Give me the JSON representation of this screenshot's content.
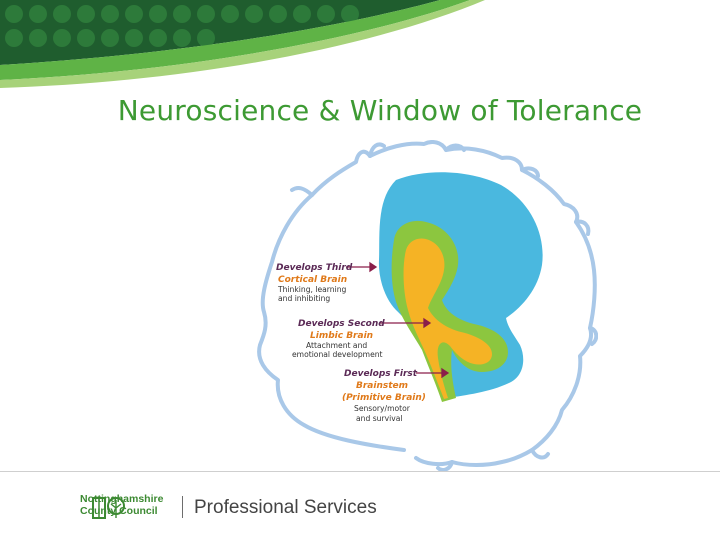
{
  "slide": {
    "title": "Neuroscience & Window of Tolerance"
  },
  "diagram": {
    "labels": [
      {
        "heading": "Develops Third",
        "region": "Cortical Brain",
        "description_lines": [
          "Thinking, learning",
          "and inhibiting"
        ]
      },
      {
        "heading": "Develops Second",
        "region": "Limbic Brain",
        "description_lines": [
          "Attachment and",
          "emotional development"
        ]
      },
      {
        "heading": "Develops First",
        "region": "Brainstem",
        "region_note": "(Primitive Brain)",
        "description_lines": [
          "Sensory/motor",
          "and survival"
        ]
      }
    ],
    "colors": {
      "head_outline": "#a9c8e8",
      "cortical": "#4ab8df",
      "limbic_outer": "#8cc63f",
      "limbic_inner": "#f5b325",
      "arrow": "#8b1f4a"
    }
  },
  "footer": {
    "org_line_1": "Nottinghamshire",
    "org_line_2": "County Council",
    "section_label": "Professional Services"
  },
  "theme": {
    "brand_green": "#3d9a33",
    "header_green": "#4aa83e"
  }
}
